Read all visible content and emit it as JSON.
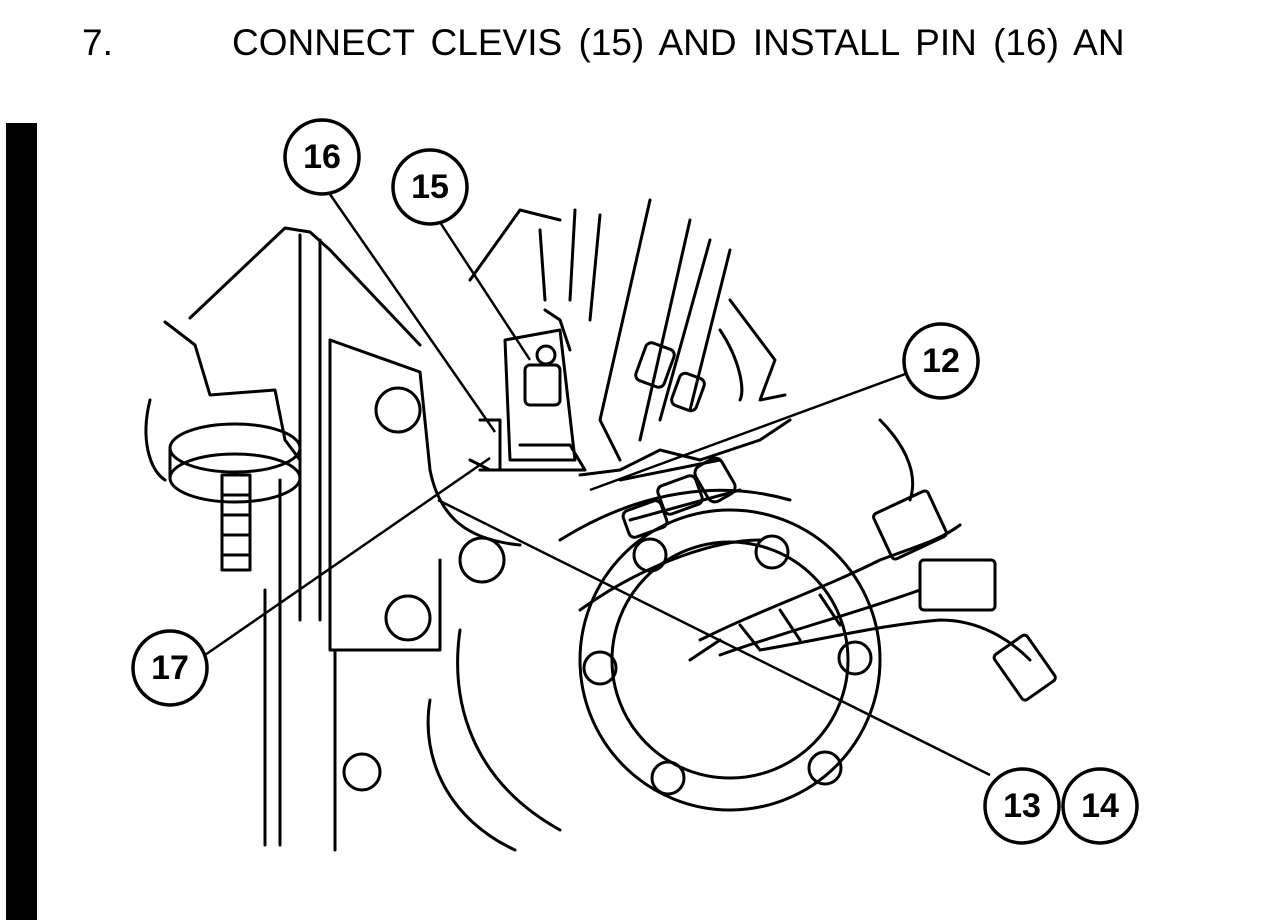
{
  "step": {
    "number": "7.",
    "text": "CONNECT  CLEVIS  (15)  AND  INSTALL  PIN  (16)  AN"
  },
  "callouts": {
    "c16": "16",
    "c15": "15",
    "c12": "12",
    "c17": "17",
    "c13": "13",
    "c14": "14"
  }
}
